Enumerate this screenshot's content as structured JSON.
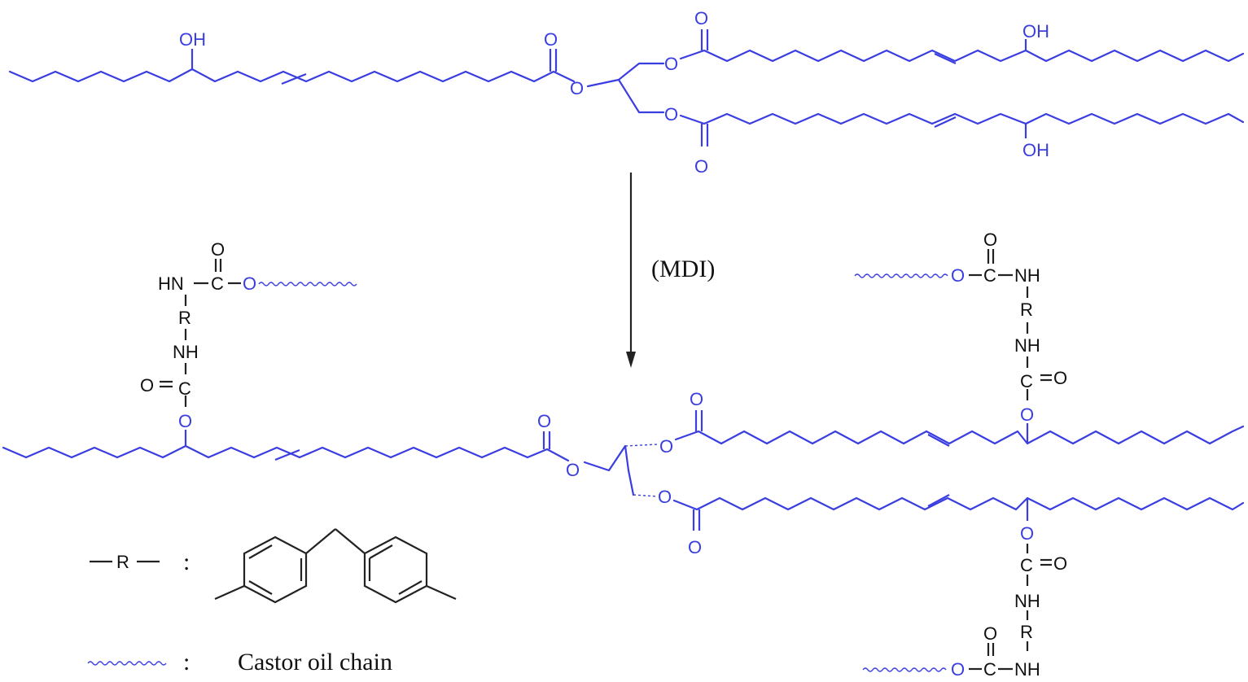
{
  "atoms": {
    "OH": "OH",
    "O": "O",
    "C": "C",
    "HN": "HN",
    "NH": "NH",
    "R": "R"
  },
  "reagent": "(MDI)",
  "legend": {
    "r_symbol": "R",
    "colon": ":",
    "castor_chain": "Castor oil chain"
  },
  "colors": {
    "molecule": "#3a3ee0",
    "linkage": "#222222"
  }
}
